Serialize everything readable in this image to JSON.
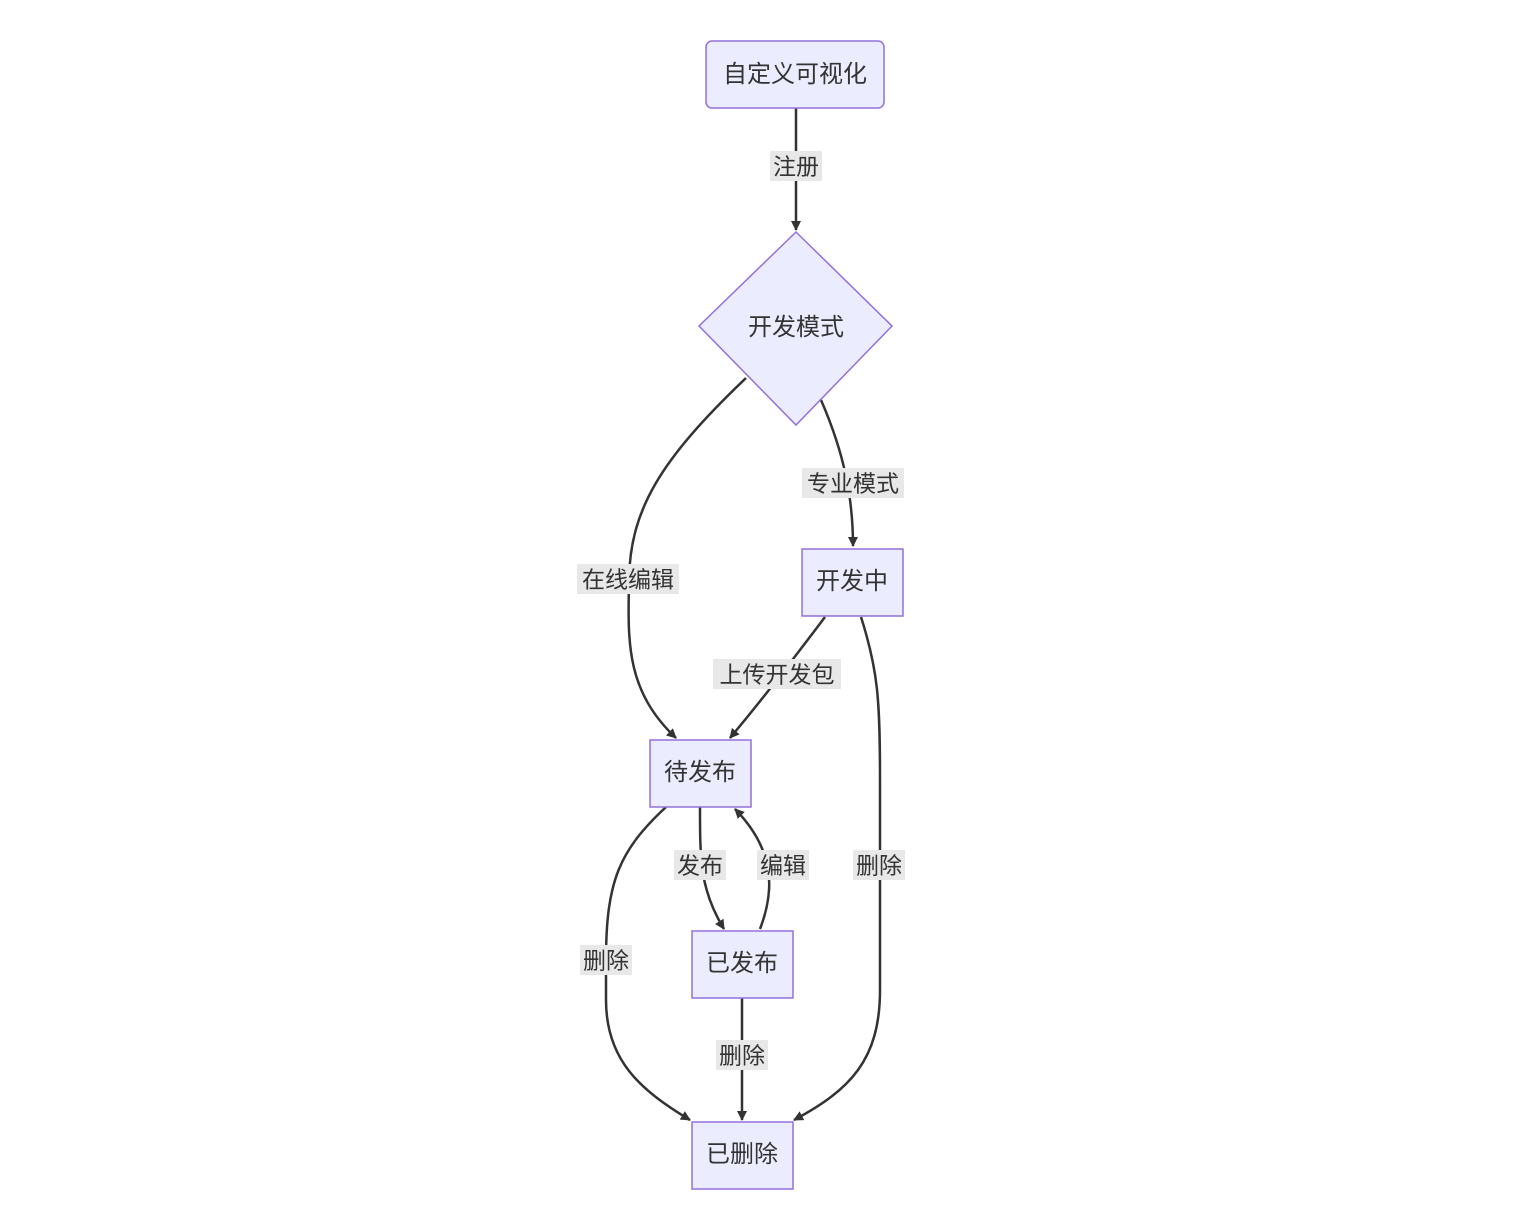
{
  "diagram": {
    "type": "flowchart",
    "nodes": {
      "custom_viz": "自定义可视化",
      "dev_mode": "开发模式",
      "in_dev": "开发中",
      "pending": "待发布",
      "published": "已发布",
      "deleted": "已删除"
    },
    "edges": {
      "register": "注册",
      "pro_mode": "专业模式",
      "online_edit": "在线编辑",
      "upload": "上传开发包",
      "publish": "发布",
      "edit": "编辑",
      "delete_in_dev": "删除",
      "delete_pending": "删除",
      "delete_published": "删除"
    },
    "colors": {
      "node_fill": "#ececff",
      "node_stroke": "#9370db",
      "edge": "#333333",
      "label_bg": "#e8e8e8"
    }
  }
}
